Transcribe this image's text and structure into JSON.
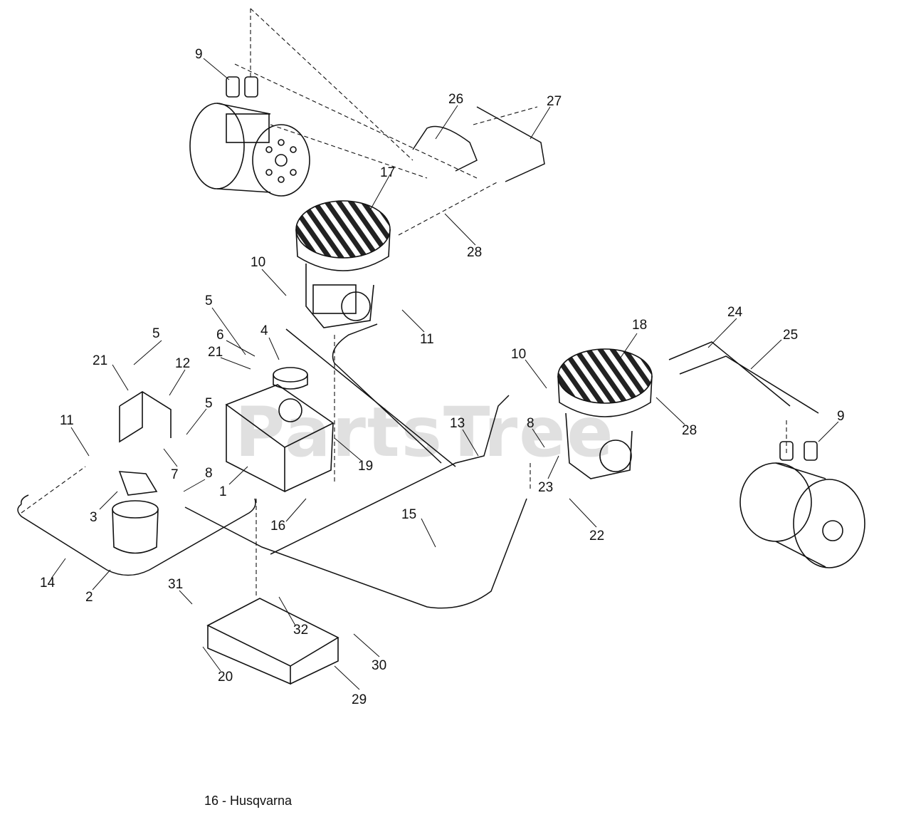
{
  "watermark": "PartsTree",
  "footer": "16 - Husqvarna",
  "callouts": [
    "9",
    "26",
    "27",
    "17",
    "28",
    "10",
    "11",
    "5",
    "4",
    "6",
    "21",
    "5",
    "21",
    "12",
    "11",
    "5",
    "1",
    "8",
    "7",
    "3",
    "2",
    "14",
    "16",
    "19",
    "13",
    "10",
    "18",
    "24",
    "25",
    "28",
    "9",
    "8",
    "23",
    "22",
    "15",
    "31",
    "32",
    "20",
    "30",
    "29"
  ]
}
